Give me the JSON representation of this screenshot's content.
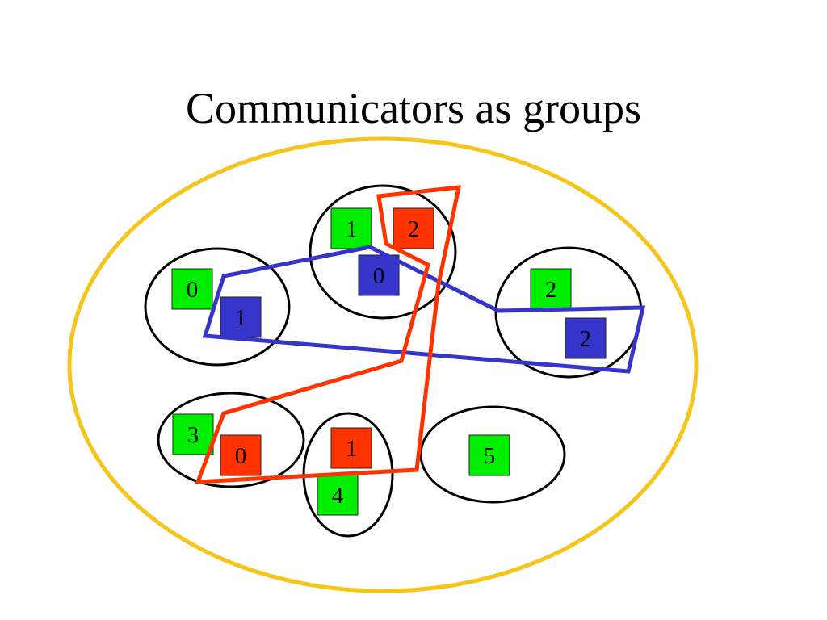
{
  "slide": {
    "title": "Communicators as groups"
  },
  "colors": {
    "world": "#f6c519",
    "process": "#000000",
    "comm_green": "#00ee00",
    "comm_red": "#ff3300",
    "comm_blue": "#3535cc",
    "red_outline": "#ff3300",
    "blue_outline": "#3535cc"
  },
  "processes": [
    {
      "id": "p-left",
      "ranks": [
        {
          "comm": "green",
          "label": "0"
        },
        {
          "comm": "blue",
          "label": "1"
        }
      ]
    },
    {
      "id": "p-top",
      "ranks": [
        {
          "comm": "green",
          "label": "1"
        },
        {
          "comm": "red",
          "label": "2"
        },
        {
          "comm": "blue",
          "label": "0"
        }
      ]
    },
    {
      "id": "p-right",
      "ranks": [
        {
          "comm": "green",
          "label": "2"
        },
        {
          "comm": "blue",
          "label": "2"
        }
      ]
    },
    {
      "id": "p-bottom-left",
      "ranks": [
        {
          "comm": "green",
          "label": "3"
        },
        {
          "comm": "red",
          "label": "0"
        }
      ]
    },
    {
      "id": "p-bottom-mid",
      "ranks": [
        {
          "comm": "red",
          "label": "1"
        },
        {
          "comm": "green",
          "label": "4"
        }
      ]
    },
    {
      "id": "p-bottom-right",
      "ranks": [
        {
          "comm": "green",
          "label": "5"
        }
      ]
    }
  ]
}
